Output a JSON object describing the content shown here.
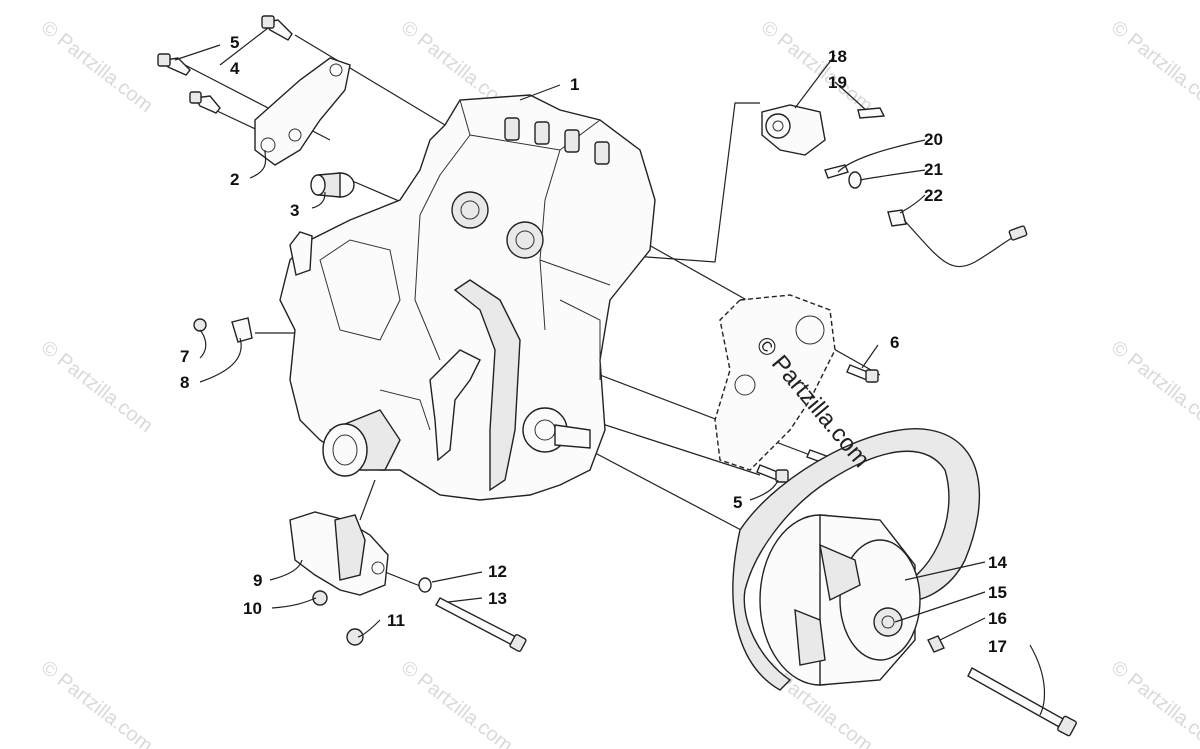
{
  "watermark": {
    "text": "© Partzilla.com",
    "center_text": "© Partzilla.com"
  },
  "callouts": {
    "c1": "1",
    "c2": "2",
    "c3": "3",
    "c4": "4",
    "c5a": "5",
    "c5b": "5",
    "c6": "6",
    "c7": "7",
    "c8": "8",
    "c9": "9",
    "c10": "10",
    "c11": "11",
    "c12": "12",
    "c13": "13",
    "c14": "14",
    "c15": "15",
    "c16": "16",
    "c17": "17",
    "c18": "18",
    "c19": "19",
    "c20": "20",
    "c21": "21",
    "c22": "22"
  }
}
